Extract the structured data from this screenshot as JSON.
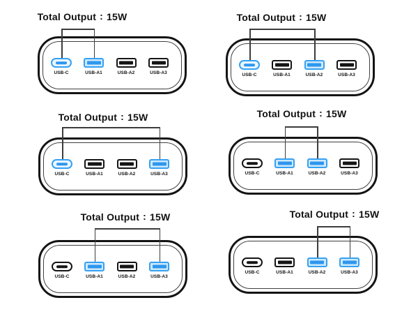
{
  "figure": {
    "description_colors": {
      "highlight_border": "#35A1F3",
      "highlight_bar": "#2E97EE",
      "usb_a_highlight_fill": "#CDE9FC",
      "usb_c_highlight_fill": "#EAF6FF",
      "port_black": "#141414",
      "connector_line": "#3C3C3C",
      "text": "#111111",
      "background": "#FFFFFF"
    }
  },
  "diagrams": [
    {
      "title": {
        "prefix": "Total Output",
        "colon": ":",
        "value": "15W"
      },
      "ports": [
        {
          "label": "USB-C",
          "type": "usb-c",
          "highlighted": true
        },
        {
          "label": "USB-A1",
          "type": "usb-a",
          "highlighted": true
        },
        {
          "label": "USB-A2",
          "type": "usb-a",
          "highlighted": false
        },
        {
          "label": "USB-A3",
          "type": "usb-a",
          "highlighted": false
        }
      ],
      "connected_ports": [
        "USB-C",
        "USB-A1"
      ]
    },
    {
      "title": {
        "prefix": "Total Output",
        "colon": ":",
        "value": "15W"
      },
      "ports": [
        {
          "label": "USB-C",
          "type": "usb-c",
          "highlighted": true
        },
        {
          "label": "USB-A1",
          "type": "usb-a",
          "highlighted": false
        },
        {
          "label": "USB-A2",
          "type": "usb-a",
          "highlighted": true
        },
        {
          "label": "USB-A3",
          "type": "usb-a",
          "highlighted": false
        }
      ],
      "connected_ports": [
        "USB-C",
        "USB-A2"
      ]
    },
    {
      "title": {
        "prefix": "Total Output",
        "colon": ":",
        "value": "15W"
      },
      "ports": [
        {
          "label": "USB-C",
          "type": "usb-c",
          "highlighted": true
        },
        {
          "label": "USB-A1",
          "type": "usb-a",
          "highlighted": false
        },
        {
          "label": "USB-A2",
          "type": "usb-a",
          "highlighted": false
        },
        {
          "label": "USB-A3",
          "type": "usb-a",
          "highlighted": true
        }
      ],
      "connected_ports": [
        "USB-C",
        "USB-A3"
      ]
    },
    {
      "title": {
        "prefix": "Total Output",
        "colon": ":",
        "value": "15W"
      },
      "ports": [
        {
          "label": "USB-C",
          "type": "usb-c",
          "highlighted": false
        },
        {
          "label": "USB-A1",
          "type": "usb-a",
          "highlighted": true
        },
        {
          "label": "USB-A2",
          "type": "usb-a",
          "highlighted": true
        },
        {
          "label": "USB-A3",
          "type": "usb-a",
          "highlighted": false
        }
      ],
      "connected_ports": [
        "USB-A1",
        "USB-A2"
      ]
    },
    {
      "title": {
        "prefix": "Total Output",
        "colon": ":",
        "value": "15W"
      },
      "ports": [
        {
          "label": "USB-C",
          "type": "usb-c",
          "highlighted": false
        },
        {
          "label": "USB-A1",
          "type": "usb-a",
          "highlighted": true
        },
        {
          "label": "USB-A2",
          "type": "usb-a",
          "highlighted": false
        },
        {
          "label": "USB-A3",
          "type": "usb-a",
          "highlighted": true
        }
      ],
      "connected_ports": [
        "USB-A1",
        "USB-A3"
      ]
    },
    {
      "title": {
        "prefix": "Total Output",
        "colon": ":",
        "value": "15W"
      },
      "ports": [
        {
          "label": "USB-C",
          "type": "usb-c",
          "highlighted": false
        },
        {
          "label": "USB-A1",
          "type": "usb-a",
          "highlighted": false
        },
        {
          "label": "USB-A2",
          "type": "usb-a",
          "highlighted": true
        },
        {
          "label": "USB-A3",
          "type": "usb-a",
          "highlighted": true
        }
      ],
      "connected_ports": [
        "USB-A2",
        "USB-A3"
      ]
    }
  ]
}
